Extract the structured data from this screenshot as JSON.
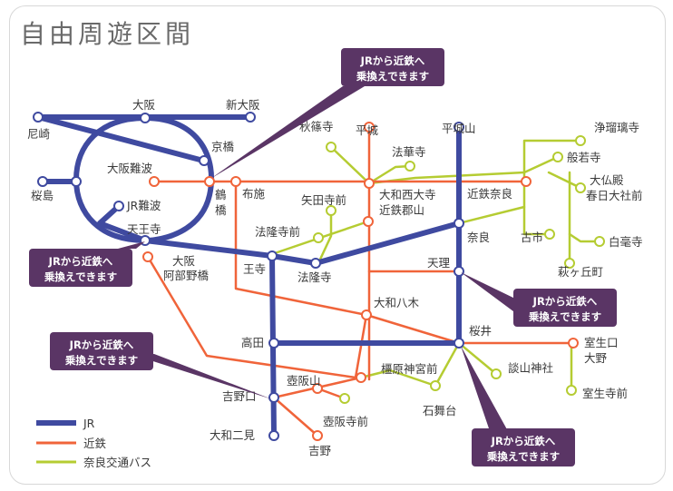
{
  "title": "自由周遊区間",
  "colors": {
    "jr": "#3f4aa0",
    "kintetsu": "#f0643a",
    "bus": "#b5cc32",
    "callout": "#5a3565"
  },
  "legend": [
    {
      "line": "jr",
      "label": "JR"
    },
    {
      "line": "kintetsu",
      "label": "近鉄"
    },
    {
      "line": "bus",
      "label": "奈良交通バス"
    }
  ],
  "callouts": [
    {
      "id": "c1",
      "line1": "JRから近鉄へ",
      "line2": "乗換えできます"
    },
    {
      "id": "c2",
      "line1": "JRから近鉄へ",
      "line2": "乗換えできます"
    },
    {
      "id": "c3",
      "line1": "JRから近鉄へ",
      "line2": "乗換えできます"
    },
    {
      "id": "c4",
      "line1": "JRから近鉄へ",
      "line2": "乗換えできます"
    },
    {
      "id": "c5",
      "line1": "JRから近鉄へ",
      "line2": "乗換えできます"
    }
  ],
  "stations": {
    "amagasaki": "尼崎",
    "osaka": "大阪",
    "shinosaka": "新大阪",
    "kyobashi": "京橋",
    "osakanamba": "大阪難波",
    "sakurajima": "桜島",
    "jrnamba": "JR難波",
    "tennoji": "天王寺",
    "tsuruhashi": "鶴橋",
    "fuse": "布施",
    "osakaabenobashi": "大阪阿部野橋",
    "oji": "王寺",
    "horyujimae": "法隆寺前",
    "horyuji": "法隆寺",
    "yatadera": "矢田寺前",
    "akishinodera": "秋篠寺",
    "heijo_kin": "平城",
    "heijoyama": "平城山",
    "hokkeji": "法華寺",
    "yamatosaidaiji": "大和西大寺",
    "kintetsukoriyama": "近鉄郡山",
    "kintetsunara": "近鉄奈良",
    "nara": "奈良",
    "joruriji": "浄瑠璃寺",
    "hannyaji": "般若寺",
    "daibutsuden": "大仏殿",
    "kasugataisha": "春日大社前",
    "furuichi": "古市",
    "byakugoji": "白毫寺",
    "hagigaoka": "萩ヶ丘町",
    "tenri": "天理",
    "yamatoyagi": "大和八木",
    "sakurai": "桜井",
    "takada": "高田",
    "kashiharajingumae": "橿原神宮前",
    "tanzanjinja": "談山神社",
    "murouguchi": "室生口",
    "ono": "大野",
    "murouderamae": "室生寺前",
    "ishibutai": "石舞台",
    "tsubosakayama": "壺阪山",
    "tsubosakaderamae": "壺阪寺前",
    "yoshinoguchi": "吉野口",
    "yoshino": "吉野",
    "yamatonijimi": "大和二見"
  }
}
